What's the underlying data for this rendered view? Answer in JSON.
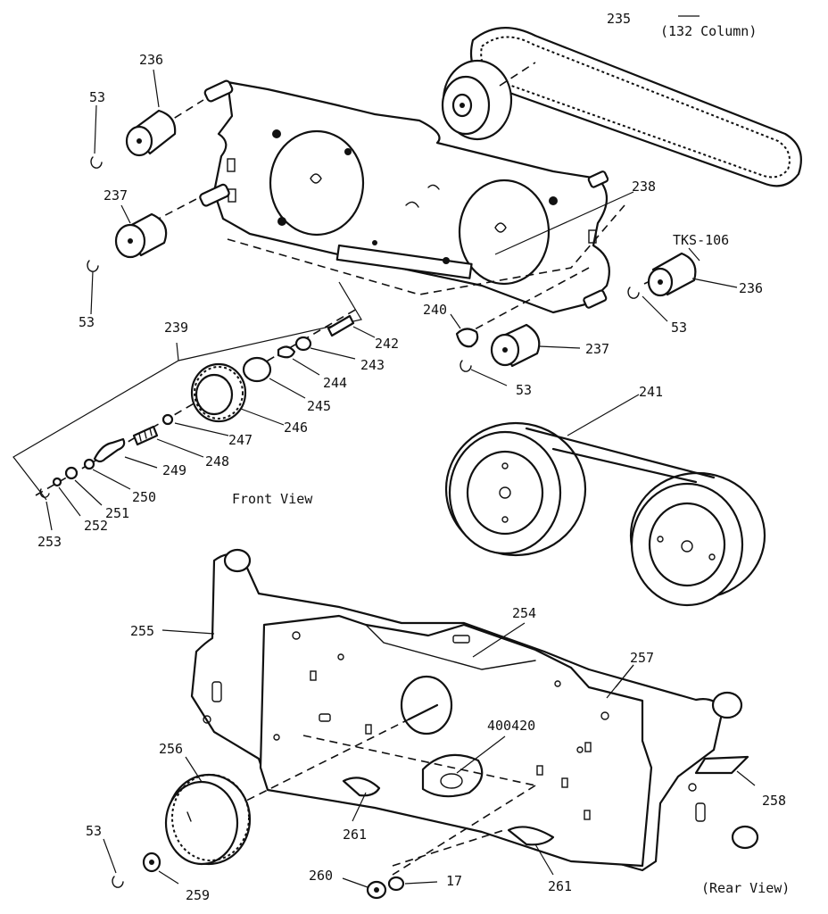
{
  "captions": {
    "column_note": "(132 Column)",
    "front_view": "Front View",
    "rear_view": "(Rear View)"
  },
  "labels": {
    "p235": "235",
    "p236_top": "236",
    "p53_a": "53",
    "p237_left": "237",
    "p53_b": "53",
    "p238": "238",
    "p_tks106": "TKS-106",
    "p236_right": "236",
    "p53_c": "53",
    "p240": "240",
    "p237_right": "237",
    "p53_d": "53",
    "p239": "239",
    "p242": "242",
    "p243": "243",
    "p244": "244",
    "p245": "245",
    "p246": "246",
    "p247": "247",
    "p248": "248",
    "p249": "249",
    "p250": "250",
    "p251": "251",
    "p252": "252",
    "p253": "253",
    "p241": "241",
    "p254": "254",
    "p255": "255",
    "p257": "257",
    "p400420": "400420",
    "p256": "256",
    "p258": "258",
    "p53_e": "53",
    "p261_a": "261",
    "p261_b": "261",
    "p259": "259",
    "p260": "260",
    "p17": "17"
  }
}
